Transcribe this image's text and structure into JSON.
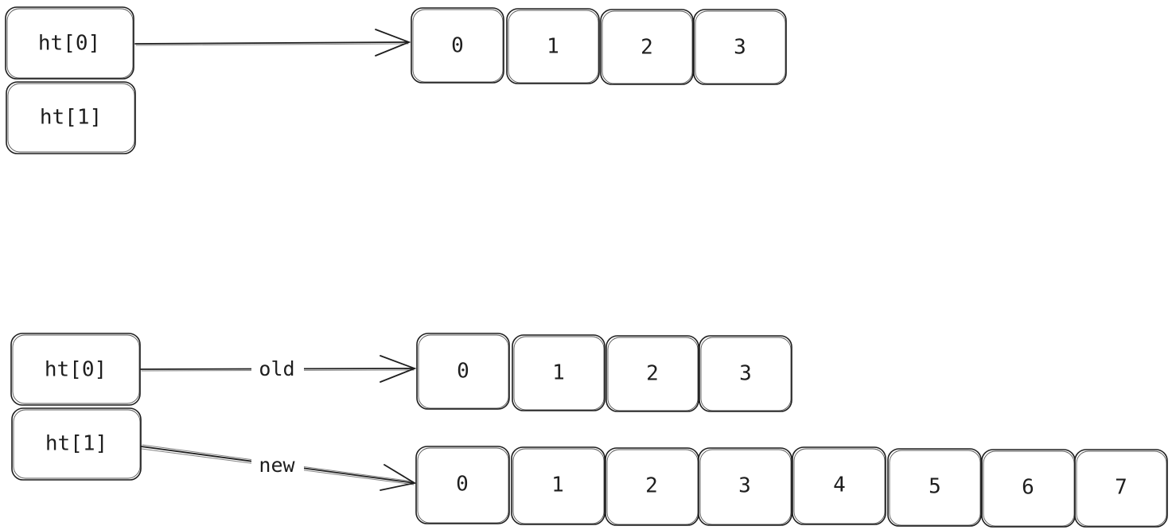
{
  "top_section": {
    "pointers": [
      {
        "label": "ht[0]"
      },
      {
        "label": "ht[1]"
      }
    ],
    "table_cells": [
      "0",
      "1",
      "2",
      "3"
    ]
  },
  "bottom_section": {
    "pointers": [
      {
        "label": "ht[0]"
      },
      {
        "label": "ht[1]"
      }
    ],
    "arrow_labels": {
      "old": "old",
      "new": "new"
    },
    "old_table_cells": [
      "0",
      "1",
      "2",
      "3"
    ],
    "new_table_cells": [
      "0",
      "1",
      "2",
      "3",
      "4",
      "5",
      "6",
      "7"
    ]
  },
  "colors": {
    "stroke": "#1e1e1e",
    "fill": "#ffffff"
  }
}
